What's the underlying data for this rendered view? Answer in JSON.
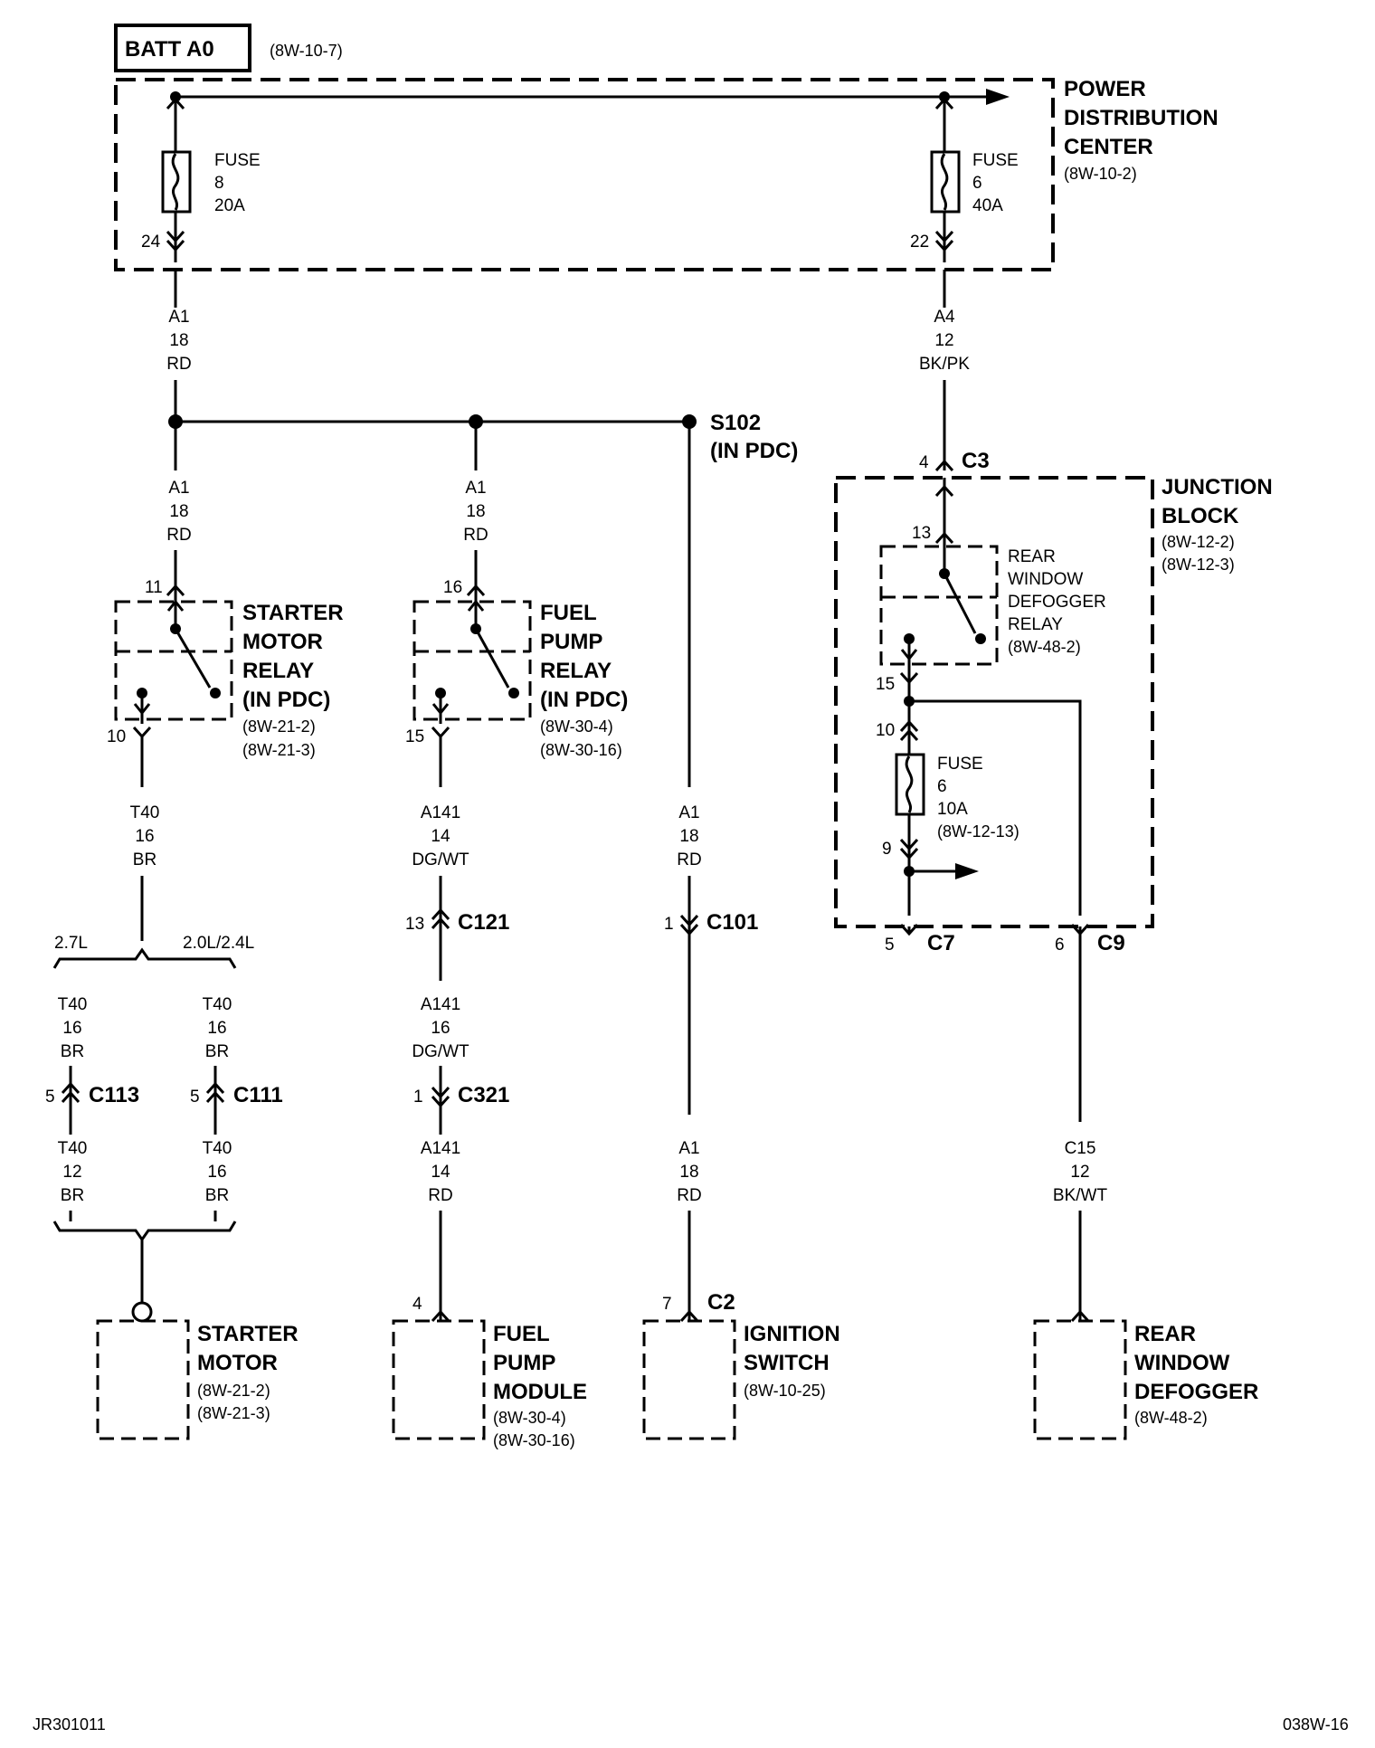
{
  "batt": {
    "label": "BATT A0",
    "ref": "(8W-10-7)"
  },
  "pdc": {
    "l1": "POWER",
    "l2": "DISTRIBUTION",
    "l3": "CENTER",
    "ref": "(8W-10-2)"
  },
  "fuse8": {
    "l1": "FUSE",
    "l2": "8",
    "l3": "20A",
    "pin": "24"
  },
  "fuse6": {
    "l1": "FUSE",
    "l2": "6",
    "l3": "40A",
    "pin": "22"
  },
  "wire_a1_top": {
    "id": "A1",
    "gauge": "18",
    "color": "RD"
  },
  "wire_a4": {
    "id": "A4",
    "gauge": "12",
    "color": "BK/PK"
  },
  "splice": {
    "id": "S102",
    "note": "(IN PDC)"
  },
  "wire_a1_sm": {
    "id": "A1",
    "gauge": "18",
    "color": "RD"
  },
  "wire_a1_fp": {
    "id": "A1",
    "gauge": "18",
    "color": "RD"
  },
  "starter_relay": {
    "pin_in": "11",
    "pin_out": "10",
    "l1": "STARTER",
    "l2": "MOTOR",
    "l3": "RELAY",
    "l4": "(IN PDC)",
    "ref1": "(8W-21-2)",
    "ref2": "(8W-21-3)"
  },
  "fuel_relay": {
    "pin_in": "16",
    "pin_out": "15",
    "l1": "FUEL",
    "l2": "PUMP",
    "l3": "RELAY",
    "l4": "(IN PDC)",
    "ref1": "(8W-30-4)",
    "ref2": "(8W-30-16)"
  },
  "c3": {
    "pin": "4",
    "name": "C3"
  },
  "junction": {
    "l1": "JUNCTION",
    "l2": "BLOCK",
    "ref1": "(8W-12-2)",
    "ref2": "(8W-12-3)"
  },
  "defog_relay": {
    "pin_in": "13",
    "pin_out": "15",
    "l1": "REAR",
    "l2": "WINDOW",
    "l3": "DEFOGGER",
    "l4": "RELAY",
    "ref": "(8W-48-2)"
  },
  "fuse_jb": {
    "pin_in": "10",
    "pin_out": "9",
    "l1": "FUSE",
    "l2": "6",
    "l3": "10A",
    "ref": "(8W-12-13)"
  },
  "c7": {
    "pin": "5",
    "name": "C7"
  },
  "c9": {
    "pin": "6",
    "name": "C9"
  },
  "wire_t40_top": {
    "id": "T40",
    "gauge": "16",
    "color": "BR"
  },
  "variant": {
    "left": "2.7L",
    "right": "2.0L/2.4L"
  },
  "wire_t40_l": {
    "id": "T40",
    "gauge": "16",
    "color": "BR"
  },
  "wire_t40_r": {
    "id": "T40",
    "gauge": "16",
    "color": "BR"
  },
  "c113": {
    "pin": "5",
    "name": "C113"
  },
  "c111": {
    "pin": "5",
    "name": "C111"
  },
  "wire_t40_l2": {
    "id": "T40",
    "gauge": "12",
    "color": "BR"
  },
  "wire_t40_r2": {
    "id": "T40",
    "gauge": "16",
    "color": "BR"
  },
  "wire_a141_1": {
    "id": "A141",
    "gauge": "14",
    "color": "DG/WT"
  },
  "c121": {
    "pin": "13",
    "name": "C121"
  },
  "wire_a141_2": {
    "id": "A141",
    "gauge": "16",
    "color": "DG/WT"
  },
  "c321": {
    "pin": "1",
    "name": "C321"
  },
  "wire_a141_3": {
    "id": "A141",
    "gauge": "14",
    "color": "RD"
  },
  "wire_a1_ig1": {
    "id": "A1",
    "gauge": "18",
    "color": "RD"
  },
  "c101": {
    "pin": "1",
    "name": "C101"
  },
  "wire_a1_ig2": {
    "id": "A1",
    "gauge": "18",
    "color": "RD"
  },
  "wire_c15": {
    "id": "C15",
    "gauge": "12",
    "color": "BK/WT"
  },
  "starter_motor": {
    "l1": "STARTER",
    "l2": "MOTOR",
    "ref1": "(8W-21-2)",
    "ref2": "(8W-21-3)"
  },
  "fuel_module": {
    "pin": "4",
    "l1": "FUEL",
    "l2": "PUMP",
    "l3": "MODULE",
    "ref1": "(8W-30-4)",
    "ref2": "(8W-30-16)"
  },
  "ignition": {
    "pin": "7",
    "conn": "C2",
    "l1": "IGNITION",
    "l2": "SWITCH",
    "ref": "(8W-10-25)"
  },
  "rear_defogger": {
    "l1": "REAR",
    "l2": "WINDOW",
    "l3": "DEFOGGER",
    "ref": "(8W-48-2)"
  },
  "footer": {
    "left": "JR301011",
    "right": "038W-16"
  }
}
